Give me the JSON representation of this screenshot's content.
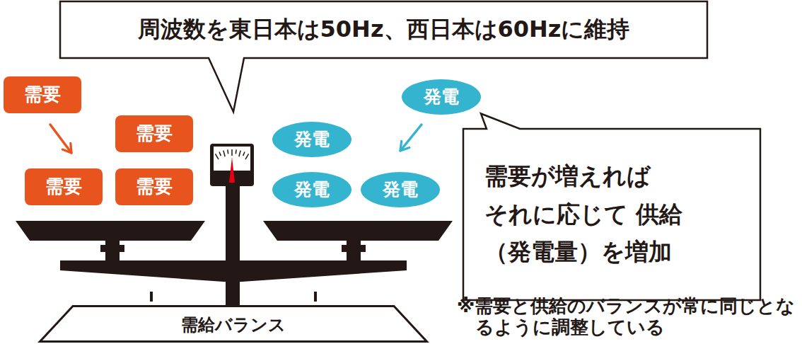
{
  "diagram": {
    "nodes": [
      {
        "text": [
          "周波数を東日本は50Hz、西日本は60Hzに維持"
        ]
      },
      {
        "text": [
          "需要"
        ]
      },
      {
        "text": [
          "需要"
        ]
      },
      {
        "text": [
          "需要"
        ]
      },
      {
        "text": [
          "需要"
        ]
      },
      {
        "text": [
          "発電"
        ]
      },
      {
        "text": [
          "発電"
        ]
      },
      {
        "text": [
          "発電"
        ]
      },
      {
        "text": [
          "発電"
        ]
      },
      {
        "text": [
          "需要が増えれば それに応じて 供給（発電量）を増加"
        ]
      },
      {
        "text": [
          "需給バランス"
        ]
      }
    ],
    "edges": [
      {
        "from": 1,
        "to": 3,
        "arrow": "to"
      },
      {
        "from": 5,
        "to": 8,
        "arrow": "to"
      }
    ],
    "labels": [
      "※需要と供給のバランスが常に同じとなるように調整している"
    ]
  }
}
